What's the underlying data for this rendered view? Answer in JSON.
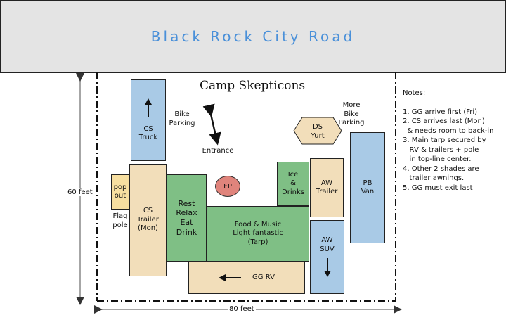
{
  "road": {
    "label": "Black Rock City Road"
  },
  "title": "Camp Skepticons",
  "boxes": {
    "cs_truck": "CS\nTruck",
    "cs_trailer": "CS\nTrailer\n(Mon)",
    "pop_out": "pop\nout",
    "rest": "Rest\nRelax\nEat\nDrink",
    "food": "Food & Music\nLight fantastic\n(Tarp)",
    "gg_rv": "GG RV",
    "ice": "Ice\n&\nDrinks",
    "aw_trailer": "AW\nTrailer",
    "aw_suv": "AW\nSUV",
    "pb_van": "PB\nVan",
    "ds_yurt": "DS\nYurt",
    "fp": "FP"
  },
  "labels": {
    "bike_parking": "Bike\nParking",
    "more_bike_parking": "More\nBike\nParking",
    "entrance": "Entrance",
    "flag_pole": "Flag\npole"
  },
  "dimensions": {
    "height": "60 feet",
    "width": "80 feet"
  },
  "notes": {
    "heading": "Notes:",
    "items": [
      "1. GG arrive first (Fri)",
      "2. CS arrives last (Mon)",
      "  & needs room to back-in",
      "3. Main tarp secured by",
      "   RV & trailers + pole",
      "   in top-line center.",
      "4. Other 2 shades are",
      "   trailer awnings.",
      "5. GG must exit last"
    ]
  },
  "colors": {
    "road_text": "#4a90d9",
    "vehicle_blue": "#a9cae6",
    "trailer_tan": "#f2deba",
    "shade_green": "#7fbf85",
    "fire_pit": "#e0847c"
  }
}
